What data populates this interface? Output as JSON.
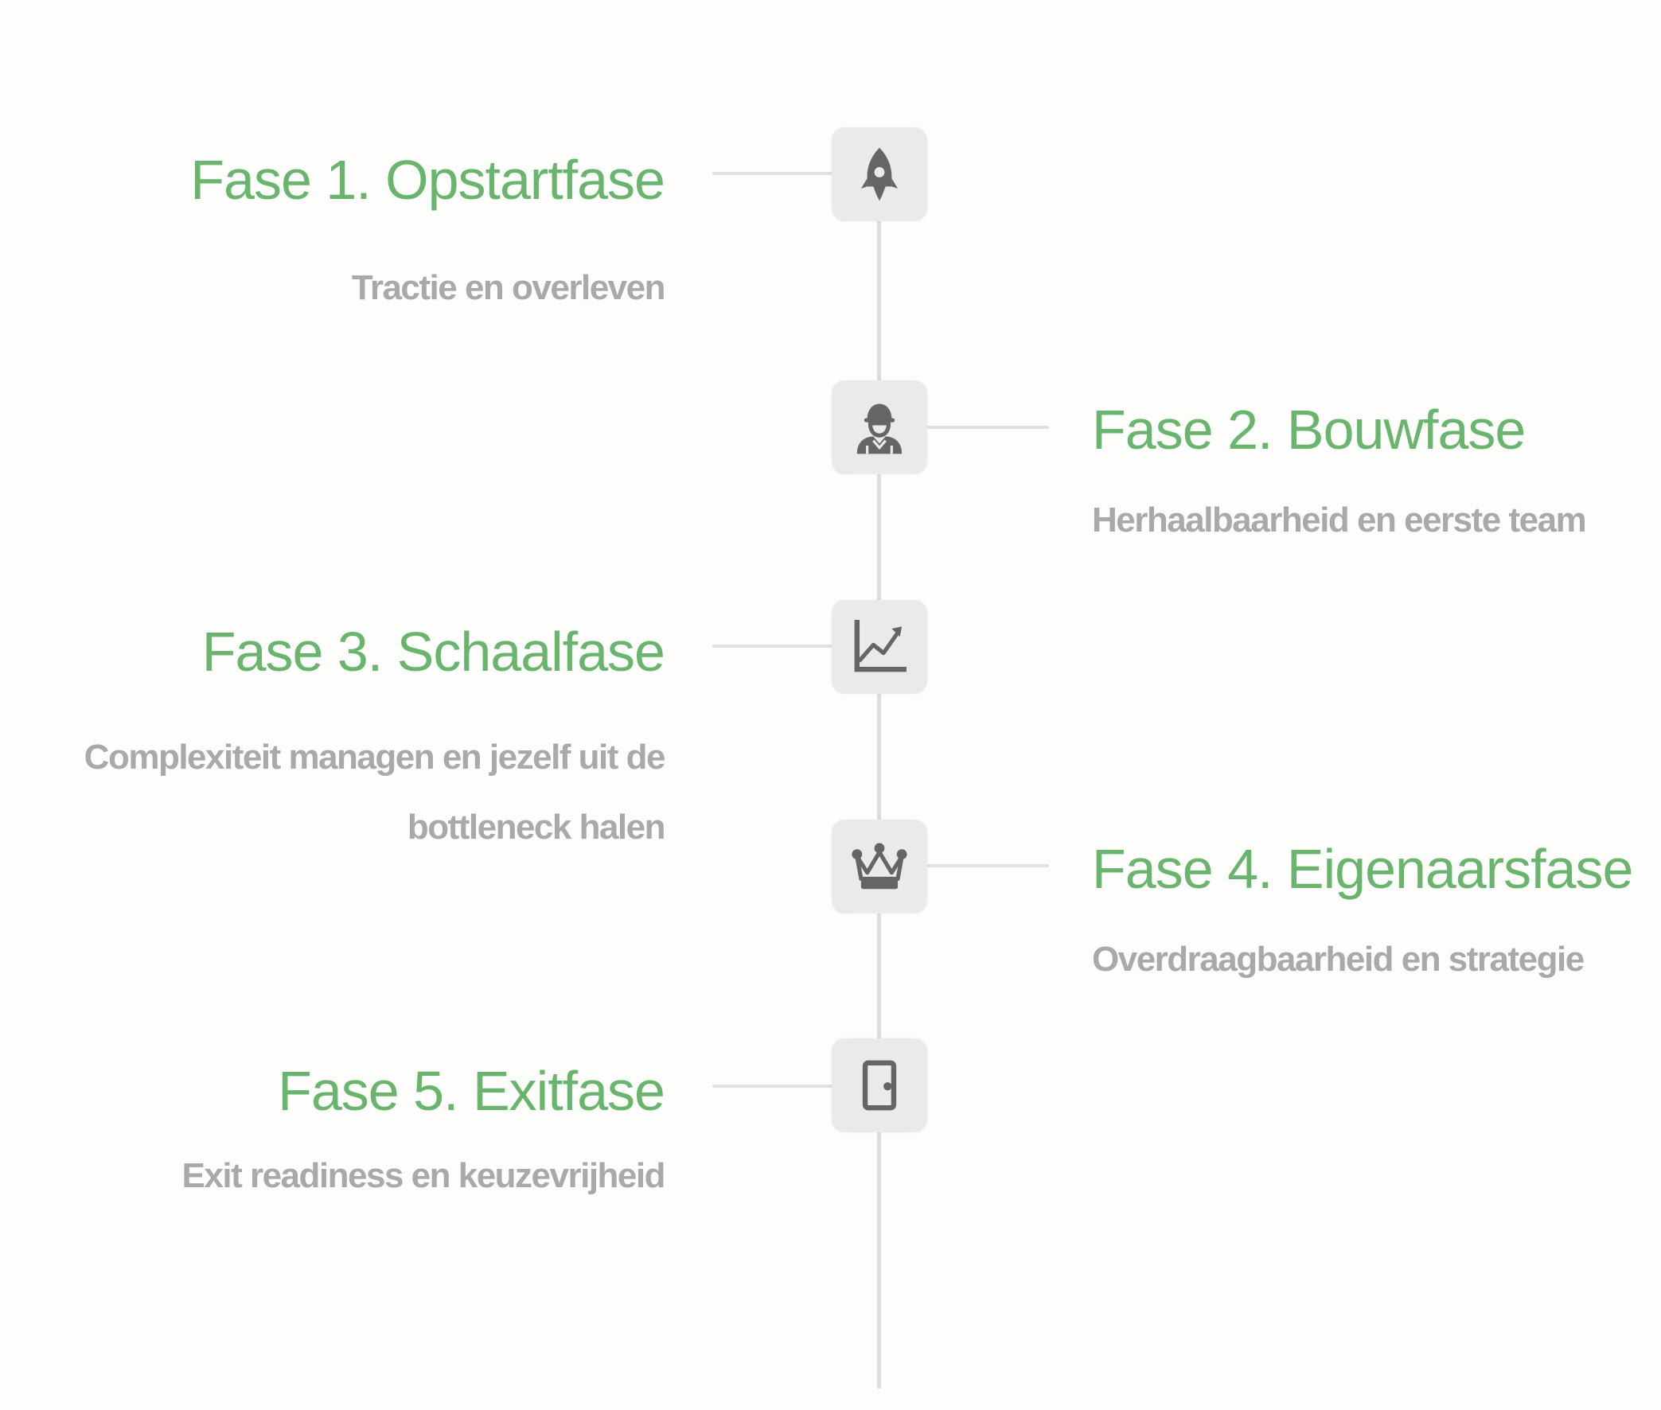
{
  "timeline": {
    "phases": [
      {
        "number": 1,
        "title": "Fase 1. Opstartfase",
        "subtitle": "Tractie en overleven",
        "icon": "rocket-icon",
        "side": "left"
      },
      {
        "number": 2,
        "title": "Fase 2. Bouwfase",
        "subtitle": "Herhaalbaarheid en eerste team",
        "icon": "worker-icon",
        "side": "right"
      },
      {
        "number": 3,
        "title": "Fase 3. Schaalfase",
        "subtitle_line1": "Complexiteit managen en jezelf uit de",
        "subtitle_line2": "bottleneck halen",
        "icon": "growth-chart-icon",
        "side": "left"
      },
      {
        "number": 4,
        "title": "Fase 4. Eigenaarsfase",
        "subtitle": "Overdraagbaarheid en strategie",
        "icon": "crown-icon",
        "side": "right"
      },
      {
        "number": 5,
        "title": "Fase 5. Exitfase",
        "subtitle": "Exit readiness en keuzevrijheid",
        "icon": "door-icon",
        "side": "left"
      }
    ]
  },
  "colors": {
    "background": "#fdfdfc",
    "heading": "#6ab56e",
    "subtitle": "#aaa9a7",
    "icon_box": "#ebeae8",
    "icon": "#666565",
    "line": "#dedddb"
  }
}
